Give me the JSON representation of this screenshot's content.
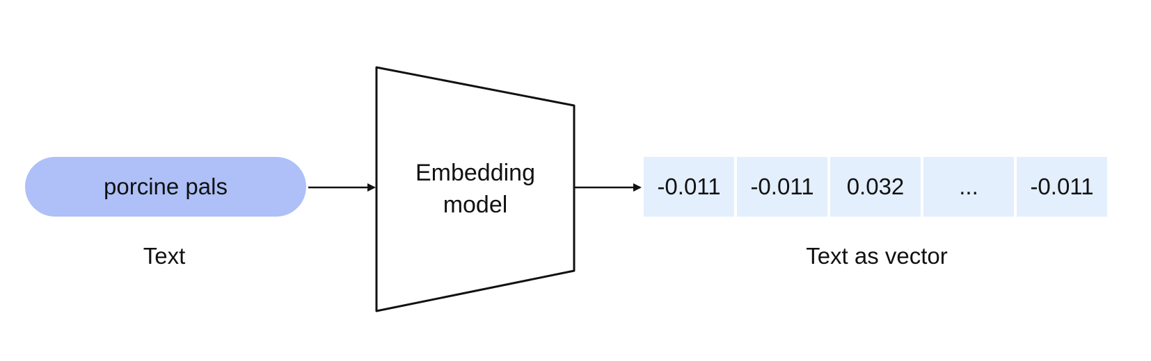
{
  "input": {
    "value": "porcine pals",
    "caption": "Text"
  },
  "model": {
    "line1": "Embedding",
    "line2": "model"
  },
  "output": {
    "cells": [
      "-0.011",
      "-0.011",
      "0.032",
      "...",
      "-0.011"
    ],
    "caption": "Text as vector"
  },
  "colors": {
    "input_fill": "#aec0f7",
    "vector_fill": "#e3effd",
    "stroke": "#111111"
  }
}
